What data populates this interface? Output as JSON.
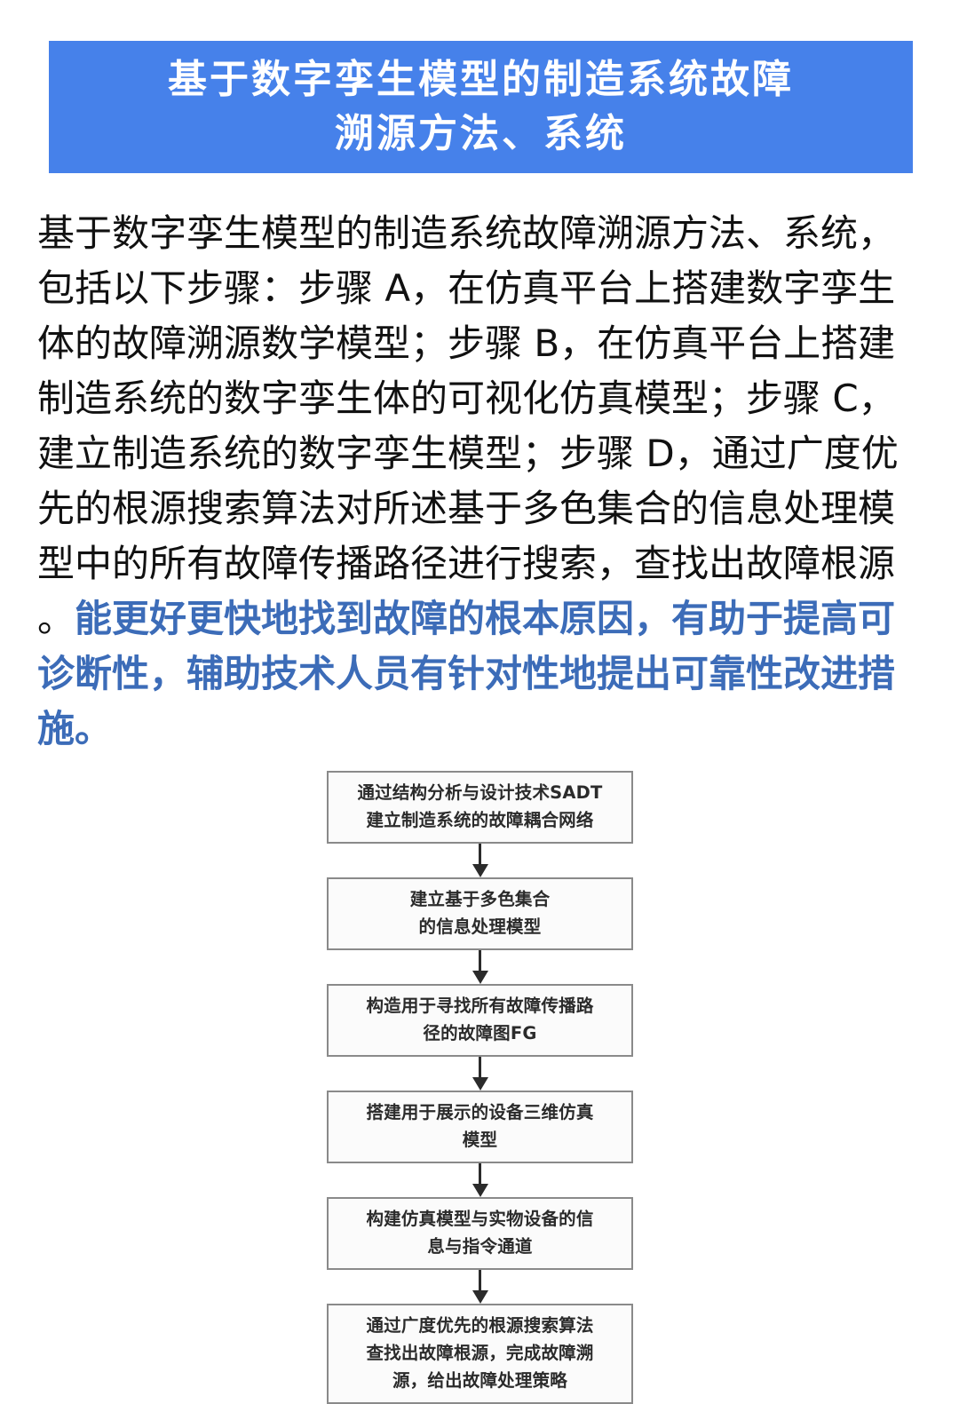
{
  "title": {
    "lines": [
      "基于数字孪生模型的制造系统故障",
      "溯源方法、系统"
    ],
    "background_color": "#4681ea",
    "text_color": "#ffffff"
  },
  "abstract": {
    "highlight_color": "#3c6cb8",
    "body_color": "#111111",
    "lines": [
      {
        "text": "基于数字孪生模型的制造系统故障溯源方法、系统，",
        "style": "normal"
      },
      {
        "text": "包括以下步骤：步骤 A，在仿真平台上搭建数字孪生",
        "style": "normal"
      },
      {
        "text": "体的故障溯源数学模型；步骤 B，在仿真平台上搭建",
        "style": "normal"
      },
      {
        "text": "制造系统的数字孪生体的可视化仿真模型；步骤 C，",
        "style": "normal"
      },
      {
        "text": "建立制造系统的数字孪生模型；步骤 D，通过广度优",
        "style": "normal"
      },
      {
        "text": "先的根源搜索算法对所述基于多色集合的信息处理模",
        "style": "normal"
      },
      {
        "text": "型中的所有故障传播路径进行搜索，查找出故障根源",
        "style": "normal"
      },
      {
        "lead": "。",
        "text": "能更好更快地找到故障的根本原因，有助于提高可",
        "style": "mixed"
      },
      {
        "text": "诊断性，辅助技术人员有针对性地提出可靠性改进措",
        "style": "highlight"
      },
      {
        "text": "施。",
        "style": "highlight"
      }
    ]
  },
  "flowchart": {
    "border_color": "#8a8a8a",
    "fill_color": "#fbfbfb",
    "arrow_color": "#2b2b2b",
    "nodes": [
      {
        "id": "node-1",
        "lines": [
          "通过结构分析与设计技术SADT",
          "建立制造系统的故障耦合网络"
        ]
      },
      {
        "id": "node-2",
        "lines": [
          "建立基于多色集合",
          "的信息处理模型"
        ]
      },
      {
        "id": "node-3",
        "lines": [
          "构造用于寻找所有故障传播路",
          "径的故障图FG"
        ]
      },
      {
        "id": "node-4",
        "lines": [
          "搭建用于展示的设备三维仿真",
          "模型"
        ]
      },
      {
        "id": "node-5",
        "lines": [
          "构建仿真模型与实物设备的信",
          "息与指令通道"
        ]
      },
      {
        "id": "node-6",
        "lines": [
          "通过广度优先的根源搜索算法",
          "查找出故障根源，完成故障溯",
          "源，给出故障处理策略"
        ]
      }
    ]
  }
}
